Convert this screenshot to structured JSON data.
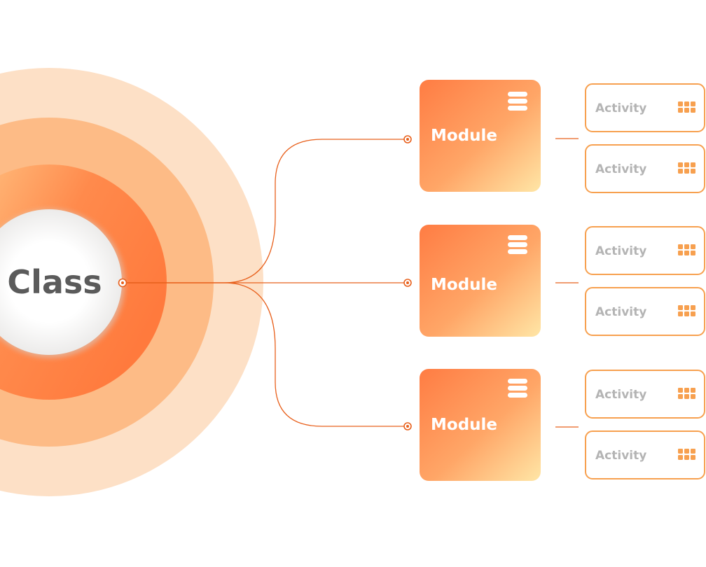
{
  "diagram": {
    "center": {
      "label": "Class"
    },
    "modules": [
      {
        "label": "Module",
        "icon": "menu-lines-icon",
        "activities": [
          {
            "label": "Activity",
            "icon": "grid-icon"
          },
          {
            "label": "Activity",
            "icon": "grid-icon"
          }
        ]
      },
      {
        "label": "Module",
        "icon": "menu-lines-icon",
        "activities": [
          {
            "label": "Activity",
            "icon": "grid-icon"
          },
          {
            "label": "Activity",
            "icon": "grid-icon"
          }
        ]
      },
      {
        "label": "Module",
        "icon": "menu-lines-icon",
        "activities": [
          {
            "label": "Activity",
            "icon": "grid-icon"
          },
          {
            "label": "Activity",
            "icon": "grid-icon"
          }
        ]
      }
    ]
  },
  "colors": {
    "accent": "#e8601c",
    "ring_outer": "#fde0c7",
    "ring_middle": "#fdbd87",
    "ring_inner_start": "#ffd08f",
    "ring_inner_end": "#ff7e40",
    "module_start": "#ff7e45",
    "module_end": "#ffe3a3",
    "activity_border": "#f7a04f",
    "activity_text": "#b4b4b4",
    "activity_icon": "#f7a04f",
    "class_text": "#5b5b5b"
  }
}
